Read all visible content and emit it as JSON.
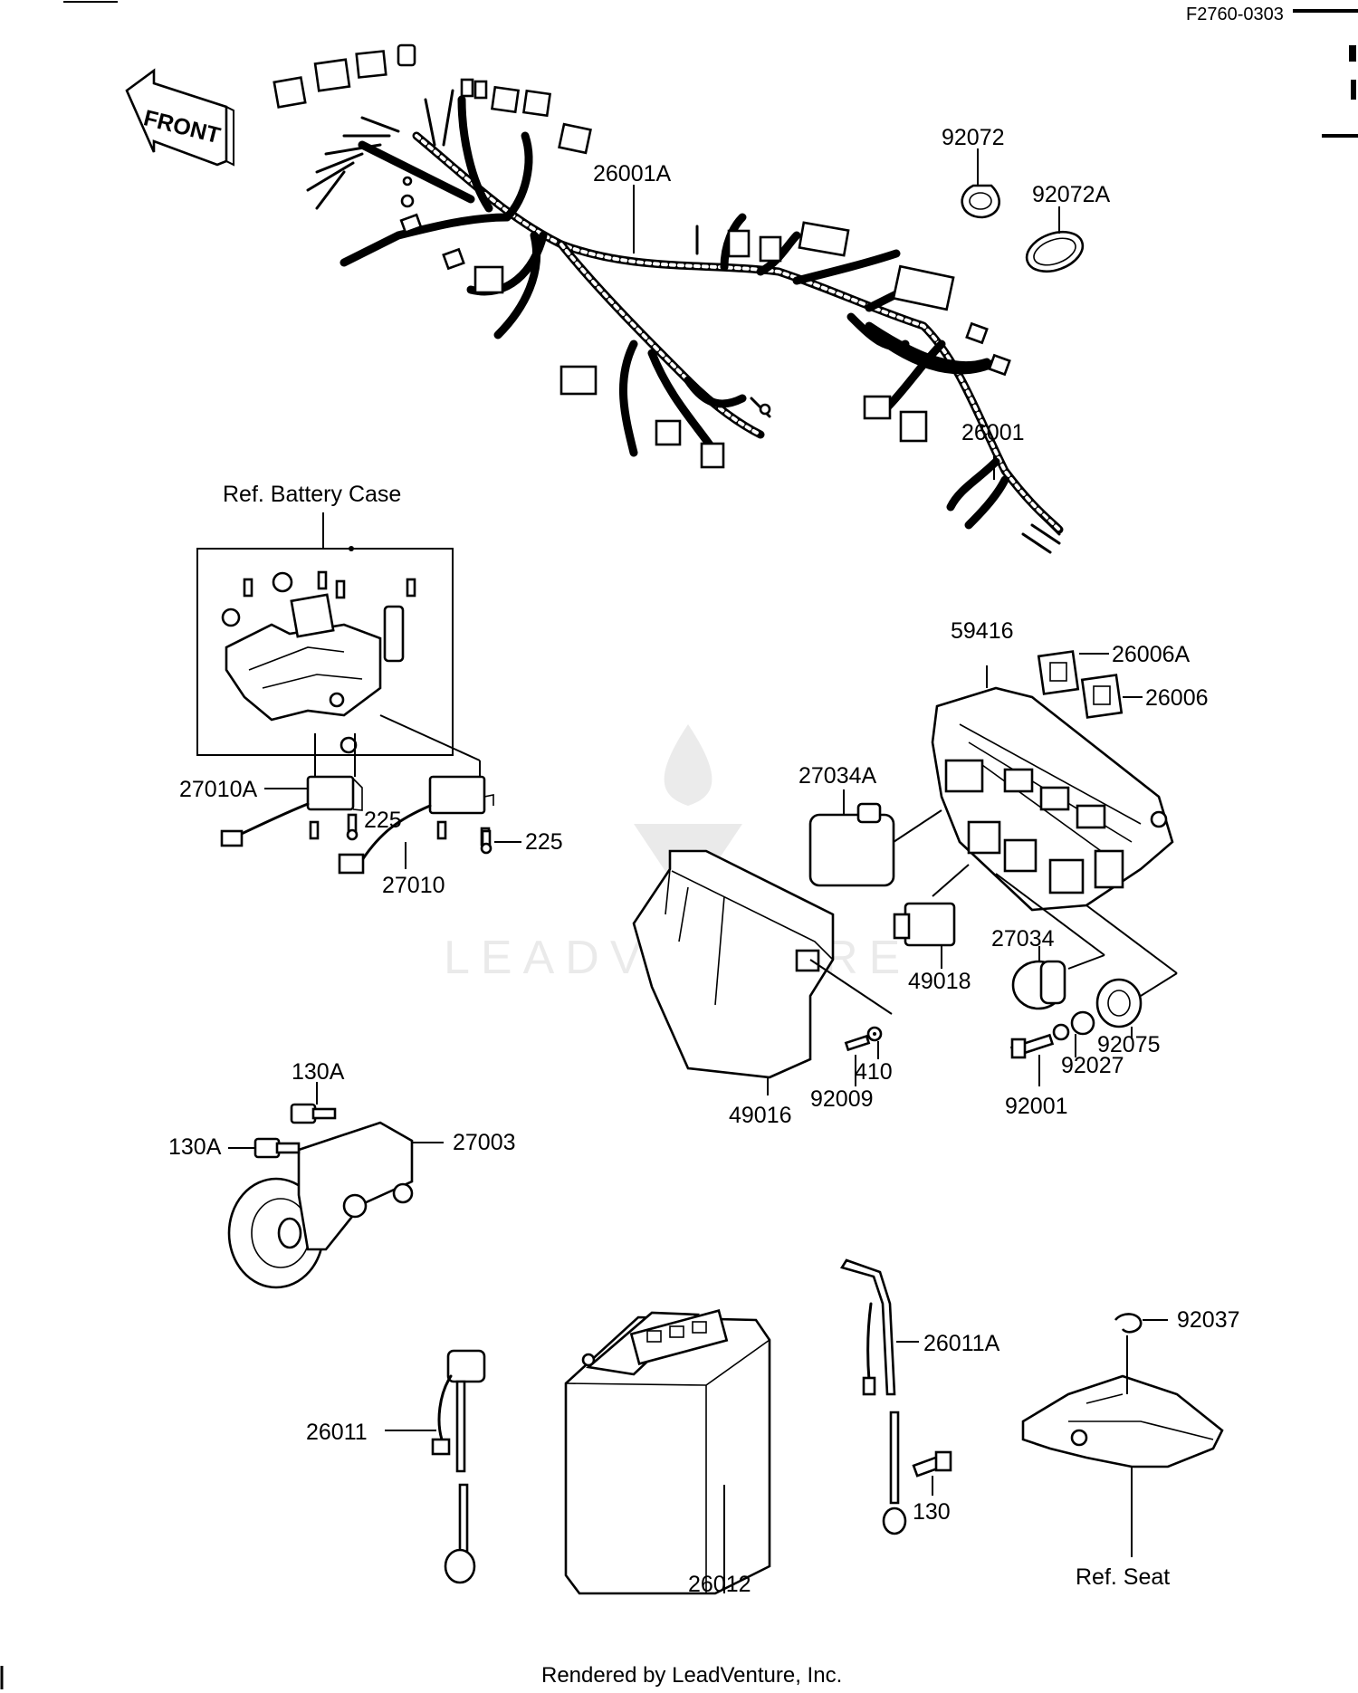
{
  "diagram_code": "F2760-0303",
  "front_label": "FRONT",
  "watermark": "LEADVENTURE",
  "footer": "Rendered by LeadVenture, Inc.",
  "ref_labels": {
    "battery_case": "Ref. Battery Case",
    "seat": "Ref. Seat"
  },
  "callouts": {
    "p26001A": "26001A",
    "p26001": "26001",
    "p92072": "92072",
    "p92072A": "92072A",
    "p59416": "59416",
    "p26006A": "26006A",
    "p26006": "26006",
    "p27034A": "27034A",
    "p27034": "27034",
    "p49018": "49018",
    "p92075": "92075",
    "p92027": "92027",
    "p92001": "92001",
    "p49016": "49016",
    "p92009": "92009",
    "p410": "410",
    "p27010A": "27010A",
    "p225a": "225",
    "p225b": "225",
    "p27010": "27010",
    "p130A_top": "130A",
    "p130A_left": "130A",
    "p27003": "27003",
    "p26011A": "26011A",
    "p92037": "92037",
    "p26011": "26011",
    "p26012": "26012",
    "p130": "130"
  }
}
